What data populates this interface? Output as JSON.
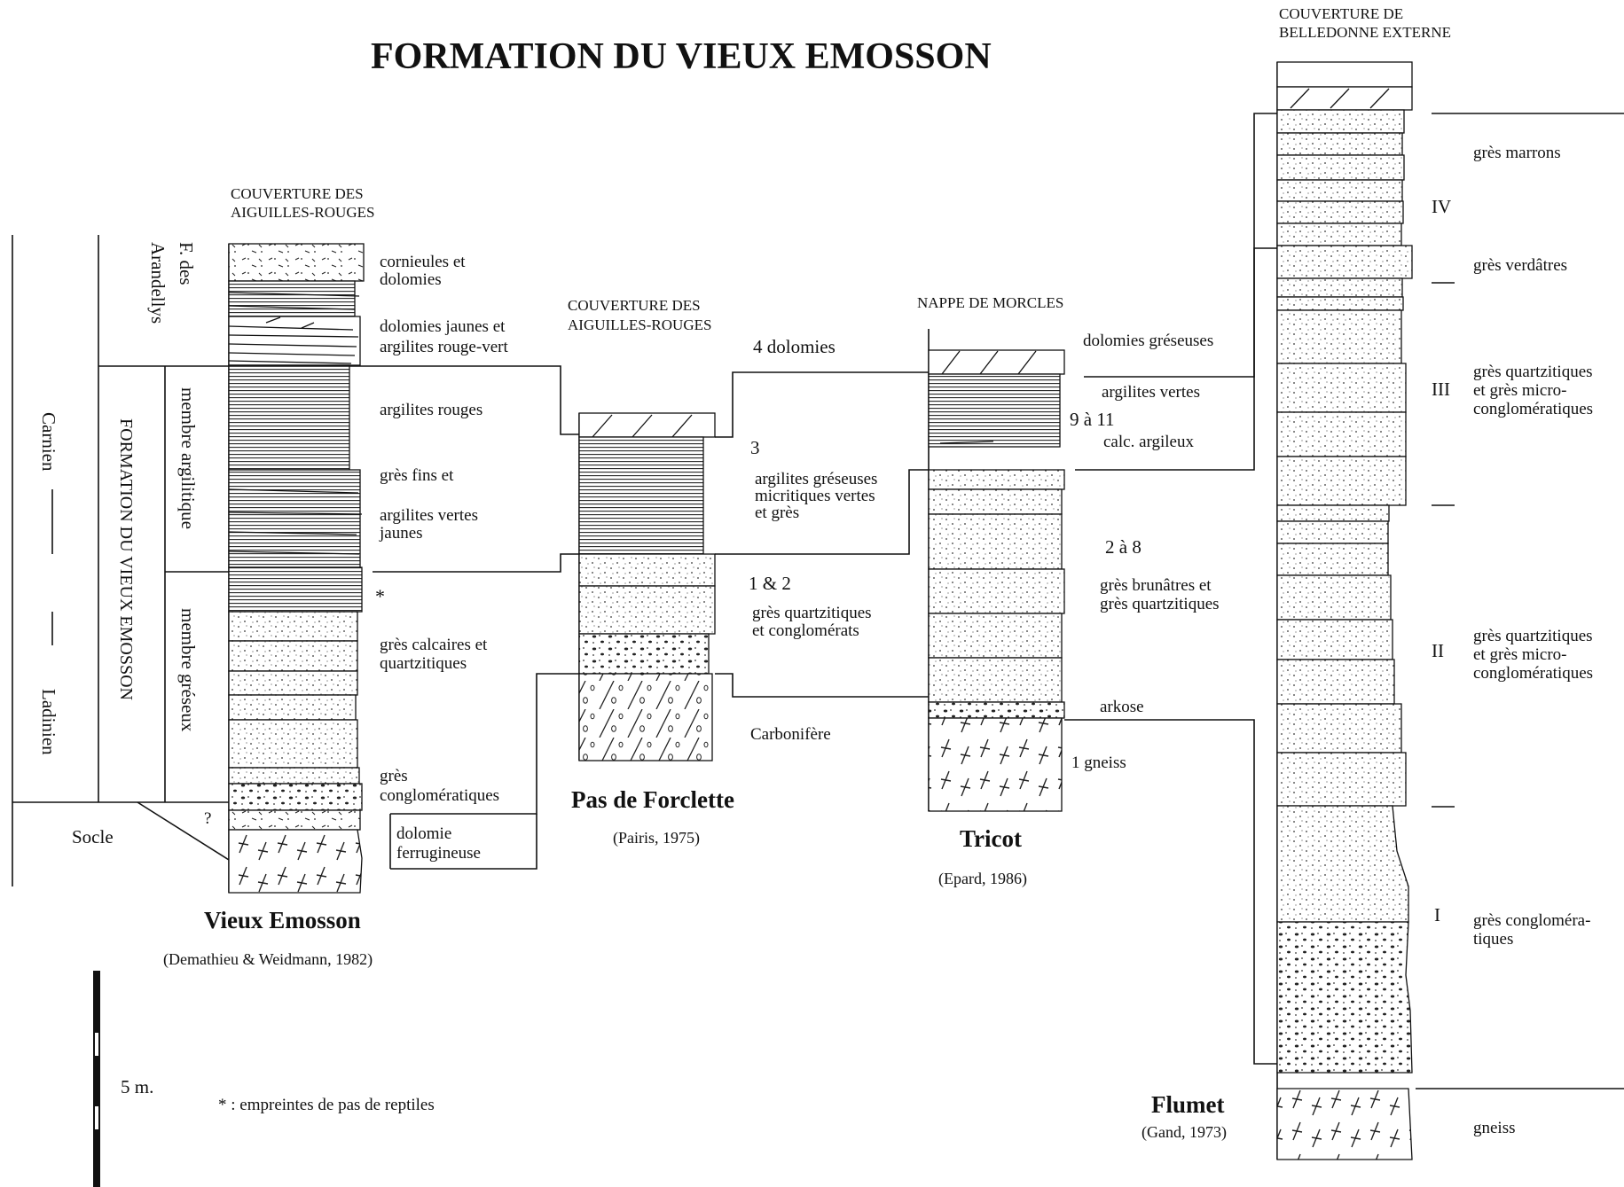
{
  "title": "FORMATION DU VIEUX EMOSSON",
  "columns": {
    "vieux_emosson": {
      "cover_line1": "COUVERTURE DES",
      "cover_line2": "AIGUILLES-ROUGES",
      "name": "Vieux Emosson",
      "source": "(Demathieu & Weidmann, 1982)",
      "labels": {
        "l1a": "cornieules et",
        "l1b": "dolomies",
        "l2a": "dolomies jaunes et",
        "l2b": "argilites rouge-vert",
        "l3": "argilites rouges",
        "l4": "grès fins  et",
        "l5a": "argilites vertes",
        "l5b": "jaunes",
        "l6a": "grès calcaires et",
        "l6b": "quartzitiques",
        "l7a": "grès",
        "l7b": "conglomératiques",
        "l8a": "dolomie",
        "l8b": "ferrugineuse"
      },
      "star": "*",
      "question": "?"
    },
    "pas_de_forclette": {
      "cover_line1": "COUVERTURE DES",
      "cover_line2": "AIGUILLES-ROUGES",
      "name": "Pas de Forclette",
      "source": "(Pairis, 1975)",
      "labels": {
        "u4": "4  dolomies",
        "u3": "3",
        "u3a": "argilites gréseuses",
        "u3b": "micritiques vertes",
        "u3c": "et grès",
        "u12": "1 & 2",
        "u12a": "grès quartzitiques",
        "u12b": "et conglomérats",
        "carb": "Carbonifère"
      }
    },
    "tricot": {
      "cover": "NAPPE DE MORCLES",
      "name": "Tricot",
      "source": "(Epard, 1986)",
      "labels": {
        "dg": "dolomies gréseuses",
        "av": "argilites vertes",
        "u911": "9 à 11",
        "ca": "calc. argileux",
        "u28": "2 à 8",
        "gb1": "grès brunâtres et",
        "gb2": "grès quartzitiques",
        "ark": "arkose",
        "gn": "1  gneiss"
      }
    },
    "flumet": {
      "cover_line1": "COUVERTURE DE",
      "cover_line2": "BELLEDONNE EXTERNE",
      "name": "Flumet",
      "source": "(Gand, 1973)",
      "units": [
        "IV",
        "III",
        "II",
        "I"
      ],
      "labels": {
        "gm": "grès marrons",
        "gv": "grès verdâtres",
        "q3a": "grès quartzitiques",
        "q3b": "et grès micro-",
        "q3c": "conglomératiques",
        "q2a": "grès quartzitiques",
        "q2b": "et grès micro-",
        "q2c": "conglomératiques",
        "gc1": "grès congloméra-",
        "gc2": "tiques",
        "gneiss": "gneiss"
      }
    }
  },
  "stratigraphy": {
    "carnien": "Carnien",
    "ladinien": "Ladinien",
    "socle": "Socle",
    "formation": "FORMATION DU VIEUX EMOSSON",
    "f_des": "F. des",
    "arandellys": "Arandellys",
    "membre_argilitique": "membre argilitique",
    "membre_greseux": "membre gréseux"
  },
  "scale": {
    "label": "5 m."
  },
  "footnote": "* : empreintes de pas de reptiles"
}
